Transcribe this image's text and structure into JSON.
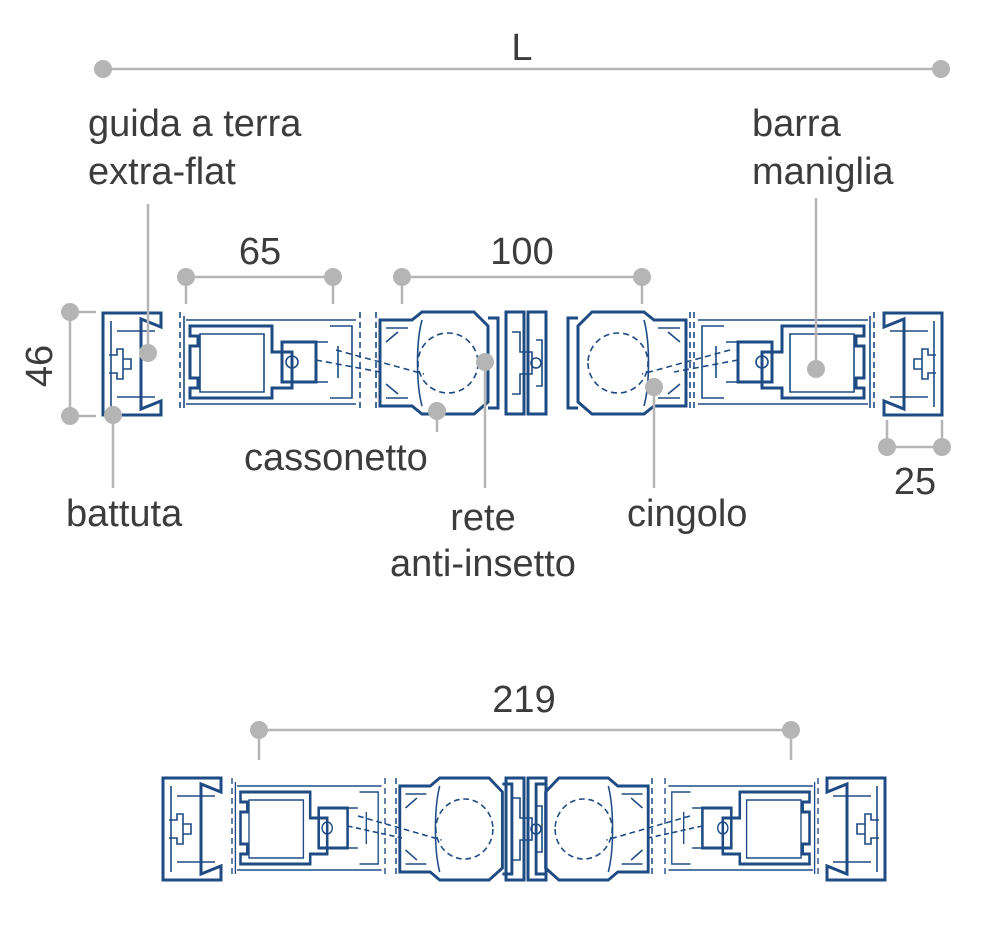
{
  "dimensions": {
    "total_length": "L",
    "height": "46",
    "guide_width": "65",
    "box_width": "100",
    "frame_width": "25",
    "double_width": "219"
  },
  "labels": {
    "ground_guide_line1": "guida a terra",
    "ground_guide_line2": "extra-flat",
    "handle_bar_line1": "barra",
    "handle_bar_line2": "maniglia",
    "box": "cassonetto",
    "stop": "battuta",
    "net_line1": "rete",
    "net_line2": "anti-insetto",
    "belt": "cingolo"
  },
  "colors": {
    "profile": "#1e4b84",
    "dimension_line": "#b5b5b5",
    "text": "#3c3c3c"
  }
}
